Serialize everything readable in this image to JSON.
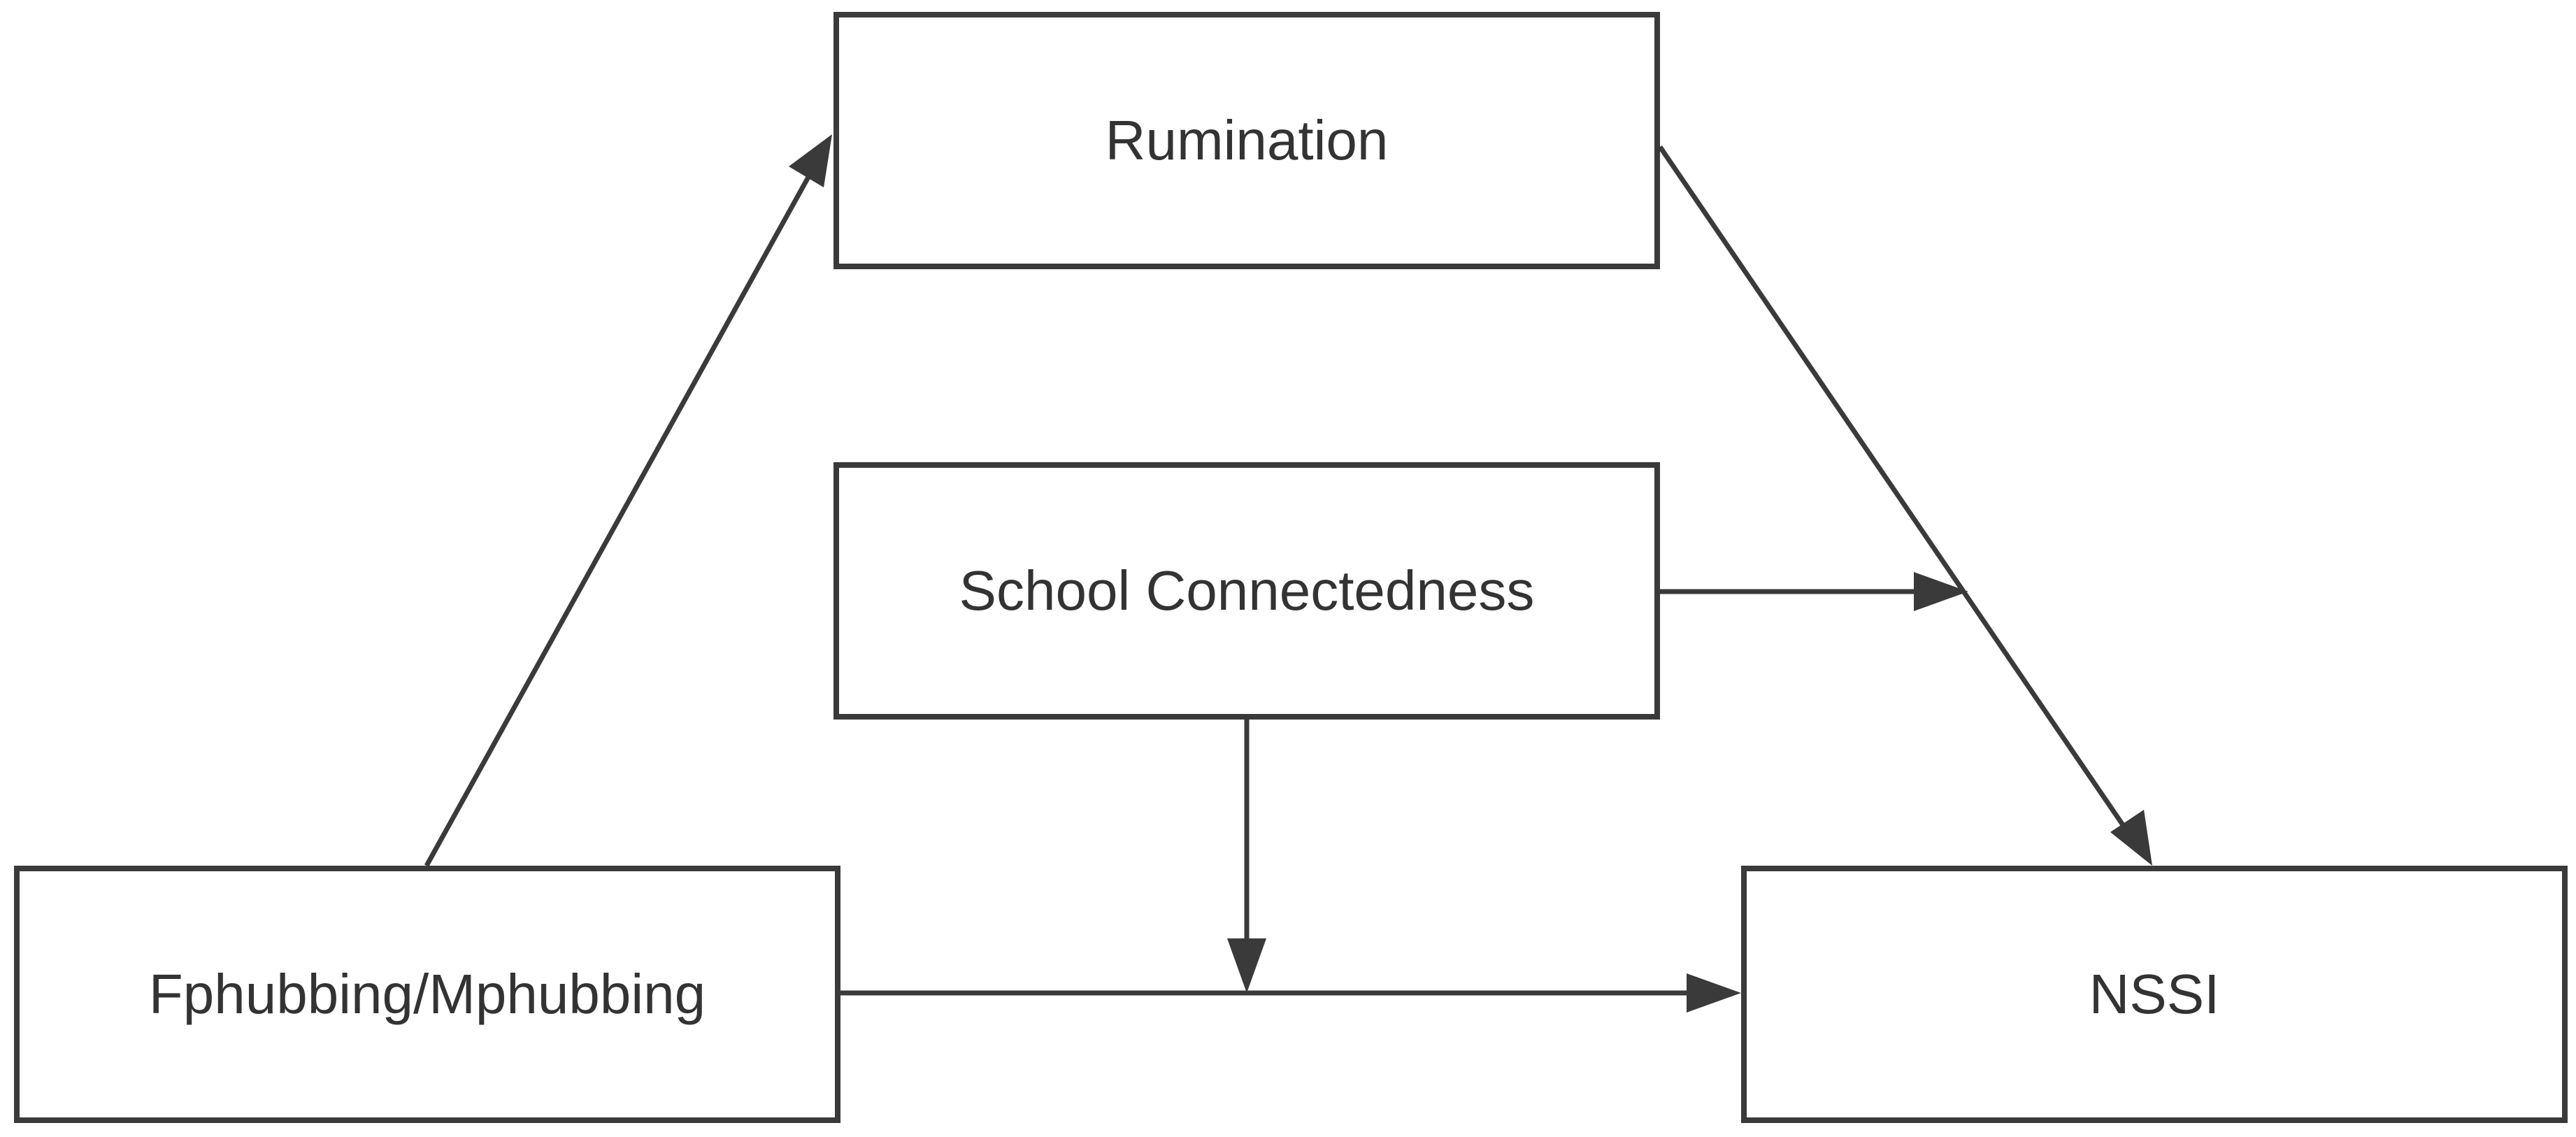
{
  "nodes": {
    "rumination": "Rumination",
    "school_connectedness": "School Connectedness",
    "phubbing": "Fphubbing/Mphubbing",
    "nssi": "NSSI"
  },
  "colors": {
    "line": "#3a3a3a",
    "text": "#333333",
    "background": "#ffffff"
  },
  "edges": [
    {
      "from": "phubbing",
      "to": "rumination"
    },
    {
      "from": "rumination",
      "to": "nssi"
    },
    {
      "from": "phubbing",
      "to": "nssi"
    },
    {
      "from": "school_connectedness",
      "to": "path rumination-nssi"
    },
    {
      "from": "school_connectedness",
      "to": "path phubbing-nssi"
    }
  ]
}
